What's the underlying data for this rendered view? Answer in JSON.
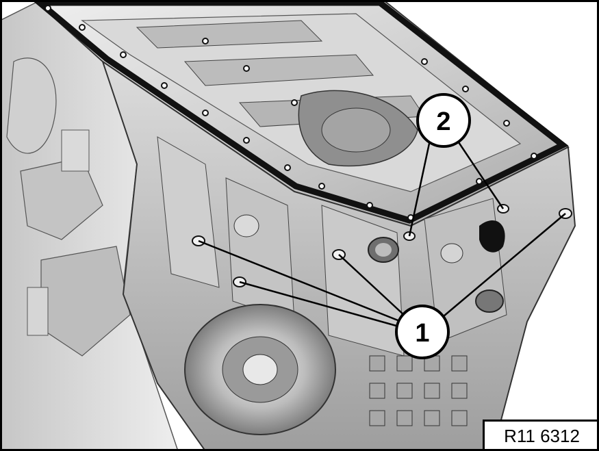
{
  "figure": {
    "reference_code": "R11 6312",
    "callouts": [
      {
        "label": "1"
      },
      {
        "label": "2"
      }
    ]
  },
  "colors": {
    "background": "#ffffff",
    "line_art": "#000000",
    "metal_light": "#e4e4e4",
    "metal_mid": "#bdbdbd",
    "metal_dark": "#8a8a8a"
  }
}
